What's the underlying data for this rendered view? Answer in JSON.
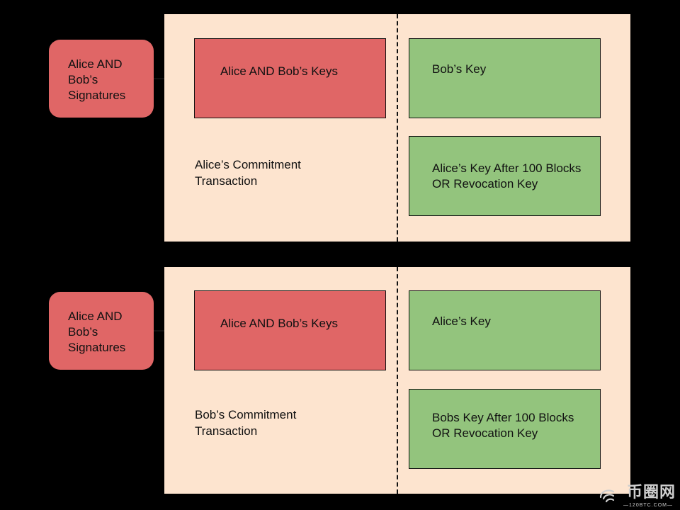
{
  "colors": {
    "background": "#000000",
    "panel": "#fde4cf",
    "multisig": "#e06666",
    "output": "#93c47d"
  },
  "alice_commitment": {
    "signatures_label": "Alice AND Bob’s Signatures",
    "multisig_output": "Alice AND Bob’s Keys",
    "transaction_label": "Alice’s Commitment Transaction",
    "outputs": [
      "Bob’s Key",
      "Alice’s Key After 100 Blocks OR Revocation Key"
    ]
  },
  "bob_commitment": {
    "signatures_label": "Alice AND Bob’s Signatures",
    "multisig_output": "Alice AND Bob’s Keys",
    "transaction_label": "Bob’s Commitment Transaction",
    "outputs": [
      "Alice’s Key",
      "Bobs Key After 100 Blocks OR Revocation Key"
    ]
  },
  "watermark": {
    "text": "币圈网",
    "subtext": "—120BTC.COM—",
    "icon": "swirl-logo-icon"
  }
}
